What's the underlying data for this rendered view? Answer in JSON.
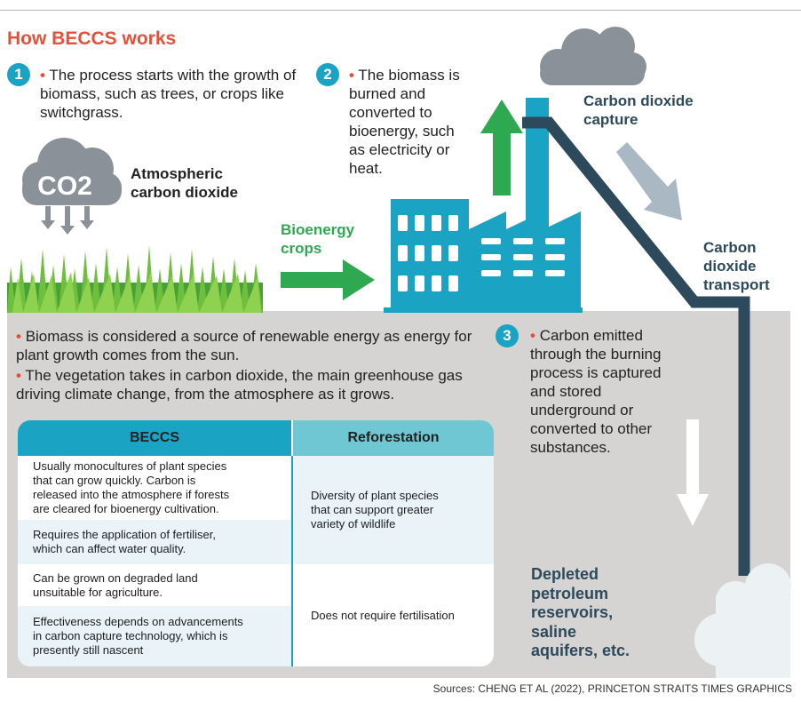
{
  "title": "How BECCS works",
  "step1": {
    "number": "1",
    "text": "The process starts with the growth of biomass, such as trees, or crops like switchgrass."
  },
  "step2": {
    "number": "2",
    "text": "The biomass is burned and converted to bioenergy, such as electricity or heat."
  },
  "step3": {
    "number": "3",
    "text": "Carbon emitted through the burning process is captured and stored underground or converted to other substances."
  },
  "cloud_label": "CO2",
  "labels": {
    "atmospheric": [
      "Atmospheric",
      "carbon dioxide"
    ],
    "bioenergy_crops": [
      "Bioenergy",
      "crops"
    ],
    "co2_capture": [
      "Carbon dioxide",
      "capture"
    ],
    "co2_transport": [
      "Carbon",
      "dioxide",
      "transport"
    ],
    "depleted": [
      "Depleted",
      "petroleum",
      "reservoirs,",
      "saline",
      "aquifers, etc."
    ]
  },
  "notes": [
    "Biomass is considered a source of renewable energy as energy for plant growth comes from the sun.",
    "The vegetation takes in carbon dioxide, the main greenhouse gas driving climate change, from the atmosphere as it grows."
  ],
  "table": {
    "headers": [
      "BECCS",
      "Reforestation"
    ],
    "beccs_rows": [
      [
        "Usually monocultures of plant species",
        "that can grow quickly. Carbon is",
        "released into the atmosphere if forests",
        "are cleared for bioenergy cultivation."
      ],
      [
        "Requires the application of fertiliser,",
        "which can affect water quality."
      ],
      [
        "Can be grown on degraded land",
        "unsuitable for agriculture."
      ],
      [
        "Effectiveness depends on advancements",
        "in carbon capture technology, which is",
        "presently still nascent"
      ]
    ],
    "reforestation_rows": [
      [
        "Diversity of plant species",
        "that can support greater",
        "variety of wildlife"
      ],
      [
        "Does not require fertilisation"
      ]
    ]
  },
  "sources": "Sources: CHENG ET AL (2022), PRINCETON   STRAITS TIMES GRAPHICS",
  "colors": {
    "accent_red": "#e4513a",
    "teal": "#1ba3c3",
    "light_teal": "#70c7d4",
    "green": "#2fa852",
    "pipe": "#2c4a5c",
    "ground": "#d6d3d3",
    "cloud": "#8a9198"
  }
}
